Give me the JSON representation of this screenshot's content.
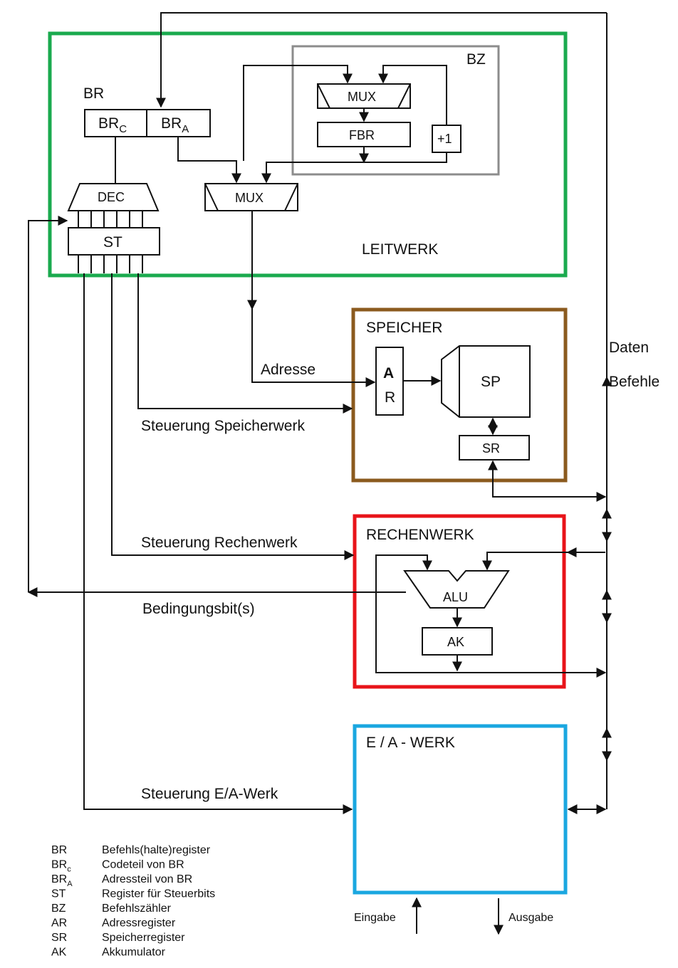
{
  "units": {
    "leitwerk": "LEITWERK",
    "speicher": "SPEICHER",
    "rechenwerk": "RECHENWERK",
    "ea_werk": "E / A - WERK"
  },
  "unit_colors": {
    "leitwerk": "#1aaa4e",
    "speicher": "#8b5a1e",
    "rechenwerk": "#e8141a",
    "ea_werk": "#1aa7e0",
    "bz": "#8c8c8c"
  },
  "blocks": {
    "br": "BR",
    "br_c": "BR",
    "br_c_sub": "C",
    "br_a": "BR",
    "br_a_sub": "A",
    "bz": "BZ",
    "mux_top": "MUX",
    "fbr": "FBR",
    "plus_one": "+1",
    "dec": "DEC",
    "st": "ST",
    "mux_bottom": "MUX",
    "ar_a": "A",
    "ar_r": "R",
    "sp": "SP",
    "sr": "SR",
    "alu": "ALU",
    "ak": "AK"
  },
  "signals": {
    "adresse": "Adresse",
    "steuerung_speicherwerk": "Steuerung Speicherwerk",
    "steuerung_rechenwerk": "Steuerung Rechenwerk",
    "bedingungsbits": "Bedingungsbit(s)",
    "steuerung_ea": "Steuerung E/A-Werk",
    "daten": "Daten",
    "befehle": "Befehle",
    "eingabe": "Eingabe",
    "ausgabe": "Ausgabe"
  },
  "legend": [
    {
      "abbr": "BR",
      "sub": "",
      "text": "Befehls(halte)register"
    },
    {
      "abbr": "BR",
      "sub": "c",
      "text": "Codeteil von BR"
    },
    {
      "abbr": "BR",
      "sub": "A",
      "text": "Adressteil von BR"
    },
    {
      "abbr": "ST",
      "sub": "",
      "text": "Register für Steuerbits"
    },
    {
      "abbr": "BZ",
      "sub": "",
      "text": "Befehlszähler"
    },
    {
      "abbr": "AR",
      "sub": "",
      "text": "Adressregister"
    },
    {
      "abbr": "SR",
      "sub": "",
      "text": "Speicherregister"
    },
    {
      "abbr": "AK",
      "sub": "",
      "text": "Akkumulator"
    }
  ]
}
